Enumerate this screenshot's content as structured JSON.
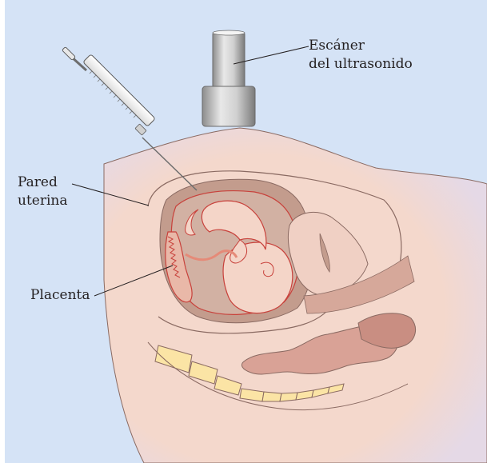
{
  "labels": {
    "scanner_line1": "Escáner",
    "scanner_line2": "del ultrasonido",
    "wall_line1": "Pared",
    "wall_line2": "uterina",
    "placenta": "Placenta"
  },
  "colors": {
    "background": "#d5e3f6",
    "skin": "#f4d8cc",
    "uterus": "#c39c8d",
    "amniotic": "#d2b1a3",
    "fetus": "#f4d5c8",
    "outline": "#c8413b",
    "bone": "#fbe4a5",
    "probe": "#cfcfcf"
  }
}
